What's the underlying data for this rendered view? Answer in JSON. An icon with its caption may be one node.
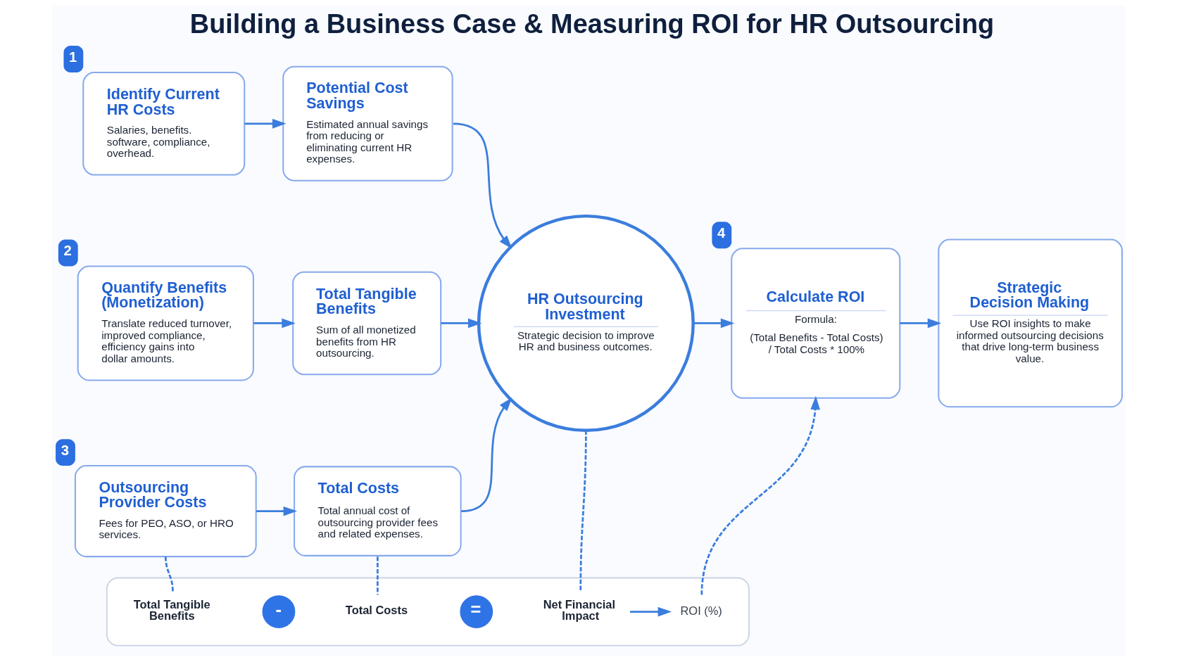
{
  "diagram": {
    "title": "Building a Business Case & Measuring ROI for HR Outsourcing",
    "nodes": [
      {
        "text": [
          "Identify Current HR Costs",
          "Salaries, benefits. software, compliance, overhead."
        ],
        "beside": [
          "1"
        ]
      },
      {
        "text": [
          "Potential Cost Savings",
          "Estimated annual savings from reducing or eliminating current HR expenses."
        ]
      },
      {
        "text": [
          "Quantify Benefits (Monetization)",
          "Translate reduced turnover, improved compliance, efficiency gains into dollar amounts."
        ],
        "beside": [
          "2"
        ]
      },
      {
        "text": [
          "Total Tangible Benefits",
          "Sum of all monetized benefits from HR outsourcing."
        ]
      },
      {
        "text": [
          "Outsourcing Provider Costs",
          "Fees for PEO, ASO, or HRO services."
        ],
        "beside": [
          "3"
        ]
      },
      {
        "text": [
          "Total Costs",
          "Total annual cost of outsourcing provider fees and related expenses."
        ]
      },
      {
        "text": [
          "HR Outsourcing Investment",
          "Strategic decision to improve HR and business outcomes."
        ]
      },
      {
        "text": [
          "Calculate ROI",
          "Formula:",
          "(Total Benefits - Total Costs) / Total Costs * 100%"
        ],
        "beside": [
          "4"
        ]
      },
      {
        "text": [
          "Strategic Decision Making",
          "Use ROI insights to make informed outsourcing decisions that drive long-term business value."
        ]
      },
      {
        "text": [],
        "shape": "box"
      },
      {
        "text": [
          "Total Tangible Benefits"
        ],
        "in": 9
      },
      {
        "text": [
          "-"
        ],
        "in": 9
      },
      {
        "text": [
          "Total Costs"
        ],
        "in": 9
      },
      {
        "text": [
          "="
        ],
        "in": 9
      },
      {
        "text": [
          "Net Financial Impact"
        ],
        "in": 9
      },
      {
        "text": [
          "ROI (%)"
        ],
        "in": 9
      }
    ],
    "edges": [
      {
        "from": 0,
        "to": 1,
        "arrow": "to"
      },
      {
        "from": 2,
        "to": 3,
        "arrow": "to"
      },
      {
        "from": 4,
        "to": 5,
        "arrow": "to"
      },
      {
        "from": 1,
        "to": 6,
        "arrow": "to"
      },
      {
        "from": 3,
        "to": 6,
        "arrow": "to"
      },
      {
        "from": 5,
        "to": 6,
        "arrow": "to"
      },
      {
        "from": 6,
        "to": 7,
        "arrow": "to"
      },
      {
        "from": 7,
        "to": 8,
        "arrow": "to"
      },
      {
        "from": 4,
        "to": 10,
        "arrow": "none",
        "style": "dashed"
      },
      {
        "from": 5,
        "to": 12,
        "arrow": "none",
        "style": "dashed"
      },
      {
        "from": 6,
        "to": 14,
        "arrow": "none",
        "style": "dashed"
      },
      {
        "from": 15,
        "to": 7,
        "arrow": "to",
        "style": "dashed"
      },
      {
        "from": 14,
        "to": 15,
        "arrow": "to"
      }
    ]
  }
}
